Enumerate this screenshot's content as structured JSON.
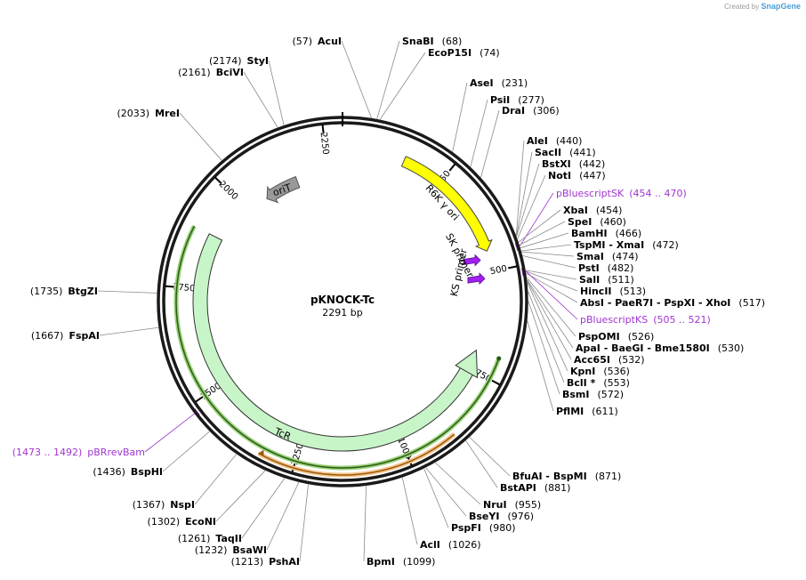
{
  "brand": {
    "created_by": "Created by",
    "name": "SnapGene"
  },
  "plasmid": {
    "name": "pKNOCK-Tc",
    "length_label": "2291 bp",
    "length": 2291
  },
  "tick_labels": [
    {
      "pos": 250,
      "text": "250"
    },
    {
      "pos": 500,
      "text": "500"
    },
    {
      "pos": 750,
      "text": "750"
    },
    {
      "pos": 1000,
      "text": "1000"
    },
    {
      "pos": 1250,
      "text": "1250"
    },
    {
      "pos": 1500,
      "text": "1500"
    },
    {
      "pos": 1750,
      "text": "1750"
    },
    {
      "pos": 2000,
      "text": "2000"
    },
    {
      "pos": 2250,
      "text": "2250"
    }
  ],
  "features": [
    {
      "name": "R6K γ ori",
      "type": "rep_origin",
      "start": 150,
      "end": 450,
      "color": "#ffff00"
    },
    {
      "name": "oriT",
      "type": "oriT",
      "start": 2060,
      "end": 2160,
      "color": "#999999"
    },
    {
      "name": "TcR",
      "type": "gene",
      "start": 700,
      "end": 1890,
      "color": "#c8f5c8"
    },
    {
      "name": "SK primer",
      "type": "primer",
      "pos": 462,
      "color": "#a020f0"
    },
    {
      "name": "KS primer",
      "type": "primer",
      "pos": 513,
      "color": "#a020f0"
    }
  ],
  "enzymes": [
    {
      "name": "AcuI",
      "pos": "57",
      "site": 57
    },
    {
      "name": "SnaBI",
      "pos": "68",
      "site": 68
    },
    {
      "name": "EcoP15I",
      "pos": "74",
      "site": 74
    },
    {
      "name": "AseI",
      "pos": "231",
      "site": 231
    },
    {
      "name": "PsiI",
      "pos": "277",
      "site": 277
    },
    {
      "name": "DraI",
      "pos": "306",
      "site": 306
    },
    {
      "name": "AleI",
      "pos": "440",
      "site": 440
    },
    {
      "name": "SacII",
      "pos": "441",
      "site": 441
    },
    {
      "name": "BstXI",
      "pos": "442",
      "site": 442
    },
    {
      "name": "NotI",
      "pos": "447",
      "site": 447
    },
    {
      "name": "pBluescriptSK",
      "pos": "454 .. 470",
      "site": 462,
      "primer": true
    },
    {
      "name": "XbaI",
      "pos": "454",
      "site": 454
    },
    {
      "name": "SpeI",
      "pos": "460",
      "site": 460
    },
    {
      "name": "BamHI",
      "pos": "466",
      "site": 466
    },
    {
      "name": "TspMI - XmaI",
      "pos": "472",
      "site": 472
    },
    {
      "name": "SmaI",
      "pos": "474",
      "site": 474
    },
    {
      "name": "PstI",
      "pos": "482",
      "site": 482
    },
    {
      "name": "SalI",
      "pos": "511",
      "site": 511
    },
    {
      "name": "HincII",
      "pos": "513",
      "site": 513
    },
    {
      "name": "AbsI - PaeR7I - PspXI - XhoI",
      "pos": "517",
      "site": 517
    },
    {
      "name": "pBluescriptKS",
      "pos": "505 .. 521",
      "site": 513,
      "primer": true
    },
    {
      "name": "PspOMI",
      "pos": "526",
      "site": 526
    },
    {
      "name": "ApaI - BaeGI - Bme1580I",
      "pos": "530",
      "site": 530
    },
    {
      "name": "Acc65I",
      "pos": "532",
      "site": 532
    },
    {
      "name": "KpnI",
      "pos": "536",
      "site": 536
    },
    {
      "name": "BclI *",
      "pos": "553",
      "site": 553
    },
    {
      "name": "BsmI",
      "pos": "572",
      "site": 572
    },
    {
      "name": "PflMI",
      "pos": "611",
      "site": 611
    },
    {
      "name": "BfuAI - BspMI",
      "pos": "871",
      "site": 871
    },
    {
      "name": "BstAPI",
      "pos": "881",
      "site": 881
    },
    {
      "name": "NruI",
      "pos": "955",
      "site": 955
    },
    {
      "name": "BseYI",
      "pos": "976",
      "site": 976
    },
    {
      "name": "PspFI",
      "pos": "980",
      "site": 980
    },
    {
      "name": "AclI",
      "pos": "1026",
      "site": 1026
    },
    {
      "name": "BpmI",
      "pos": "1099",
      "site": 1099
    },
    {
      "name": "PshAI",
      "pos": "1213",
      "site": 1213
    },
    {
      "name": "BsaWI",
      "pos": "1232",
      "site": 1232
    },
    {
      "name": "TaqII",
      "pos": "1261",
      "site": 1261
    },
    {
      "name": "EcoNI",
      "pos": "1302",
      "site": 1302
    },
    {
      "name": "NspI",
      "pos": "1367",
      "site": 1367
    },
    {
      "name": "BspHI",
      "pos": "1436",
      "site": 1436
    },
    {
      "name": "pBRrevBam",
      "pos": "1473 .. 1492",
      "site": 1482,
      "primer": true
    },
    {
      "name": "FspAI",
      "pos": "1667",
      "site": 1667
    },
    {
      "name": "BtgZI",
      "pos": "1735",
      "site": 1735
    },
    {
      "name": "MreI",
      "pos": "2033",
      "site": 2033
    },
    {
      "name": "BciVI",
      "pos": "2161",
      "site": 2161
    },
    {
      "name": "StyI",
      "pos": "2174",
      "site": 2174
    }
  ]
}
